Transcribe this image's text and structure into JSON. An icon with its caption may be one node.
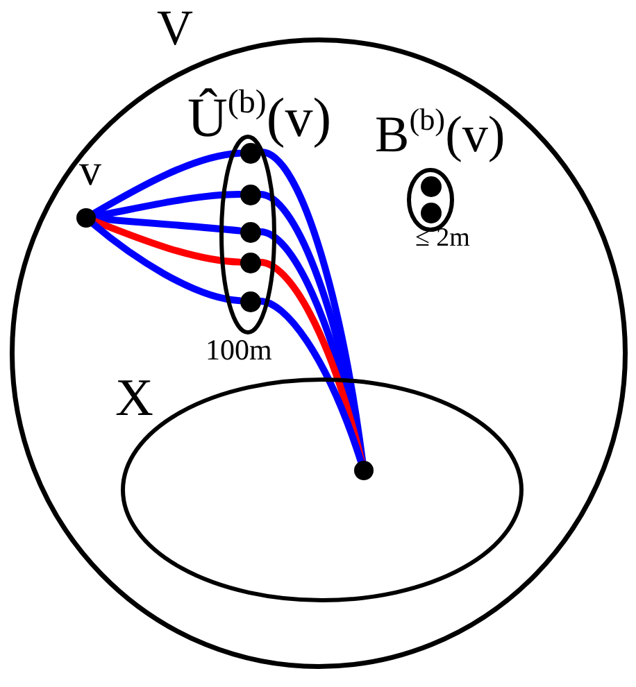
{
  "diagram": {
    "nodes": [
      {
        "text": [
          "V"
        ]
      },
      {
        "text": [
          "Û$^{(b)}$(v)"
        ],
        "beside": [
          "100m"
        ],
        "in": 0
      },
      {
        "text": [],
        "shape": "circle",
        "in": 1
      },
      {
        "text": [],
        "shape": "circle",
        "in": 1
      },
      {
        "text": [],
        "shape": "circle",
        "in": 1
      },
      {
        "text": [],
        "shape": "circle",
        "in": 1
      },
      {
        "text": [],
        "shape": "circle",
        "in": 1
      },
      {
        "text": [
          "B$^{(b)}$(v)"
        ],
        "beside": [
          "≤ 2m"
        ],
        "in": 0
      },
      {
        "text": [],
        "shape": "circle",
        "in": 7
      },
      {
        "text": [],
        "shape": "circle",
        "in": 7
      },
      {
        "text": [
          "v"
        ],
        "in": 0
      },
      {
        "text": [
          "X"
        ],
        "in": 0
      },
      {
        "text": [],
        "shape": "circle",
        "in": 11
      }
    ],
    "edges": [
      {
        "from": 10,
        "to": 2,
        "arrow": "none",
        "color": "#0000ff"
      },
      {
        "from": 2,
        "to": 12,
        "arrow": "none",
        "color": "#0000ff"
      },
      {
        "from": 10,
        "to": 3,
        "arrow": "none",
        "color": "#0000ff"
      },
      {
        "from": 3,
        "to": 12,
        "arrow": "none",
        "color": "#0000ff"
      },
      {
        "from": 10,
        "to": 4,
        "arrow": "none",
        "color": "#0000ff"
      },
      {
        "from": 4,
        "to": 12,
        "arrow": "none",
        "color": "#0000ff"
      },
      {
        "from": 10,
        "to": 5,
        "arrow": "none",
        "color": "#ff0000"
      },
      {
        "from": 5,
        "to": 12,
        "arrow": "none",
        "color": "#ff0000"
      },
      {
        "from": 10,
        "to": 6,
        "arrow": "none",
        "color": "#0000ff"
      },
      {
        "from": 6,
        "to": 12,
        "arrow": "none",
        "color": "#0000ff"
      }
    ]
  }
}
